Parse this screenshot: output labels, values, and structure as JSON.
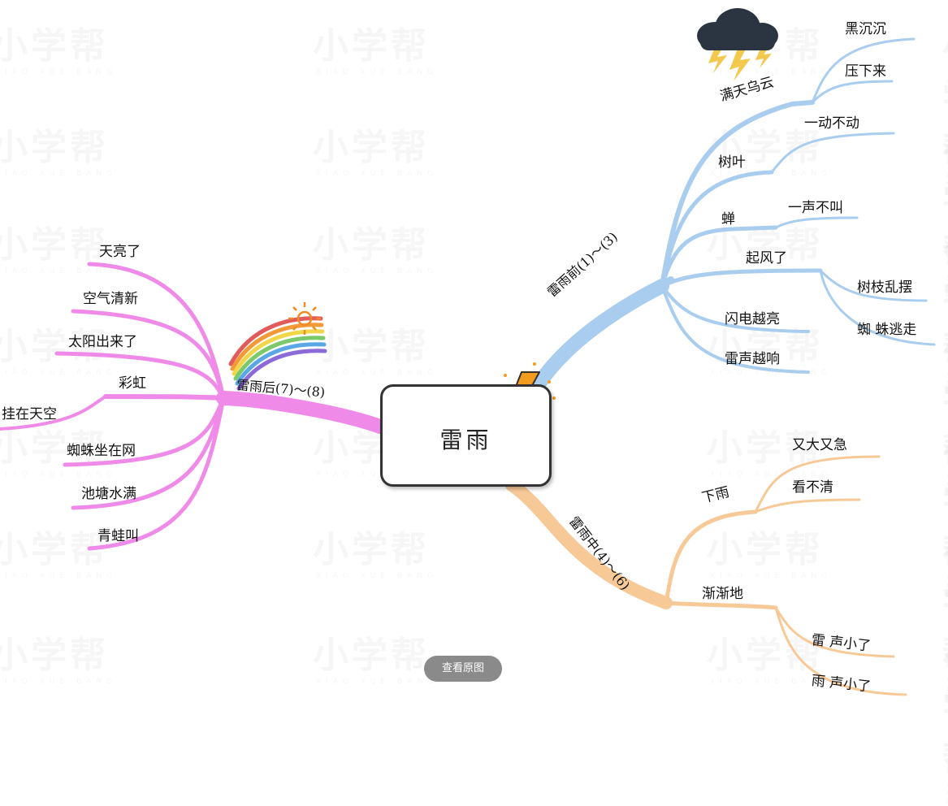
{
  "watermark": {
    "brand": "小学帮",
    "sub": "XIAO XUE BANG"
  },
  "center": {
    "title": "雷雨"
  },
  "branches": {
    "before": {
      "label": "雷雨前(1)～(3)",
      "color": "#9ec8ee",
      "nodes": {
        "clouds": "满天乌云",
        "clouds_a": "黑沉沉",
        "clouds_b": "压下来",
        "leaves": "树叶",
        "leaves_a": "一动不动",
        "cicada": "蝉",
        "cicada_a": "一声不叫",
        "wind": "起风了",
        "wind_a": "树枝乱摆",
        "wind_b": "蜘 蛛逃走",
        "lightning": "闪电越亮",
        "thunder": "雷声越响"
      }
    },
    "during": {
      "label": "雷雨中(4)～(6)",
      "color": "#f6c894",
      "nodes": {
        "rain": "下雨",
        "rain_a": "又大又急",
        "rain_b": "看不清",
        "gradually": "渐渐地",
        "gradually_a": "雷 声小了",
        "gradually_b": "雨 声小了"
      }
    },
    "after": {
      "label": "雷雨后(7)～(8)",
      "color": "#ef86ec",
      "nodes": {
        "sky": "天亮了",
        "air": "空气清新",
        "sun": "太阳出来了",
        "rainbow": "彩虹",
        "rainbow_a": "挂在天空",
        "spider": "蜘蛛坐在网",
        "pond": "池塘水满",
        "frog": "青蛙叫"
      }
    }
  },
  "button": {
    "view_original": "查看原图"
  }
}
